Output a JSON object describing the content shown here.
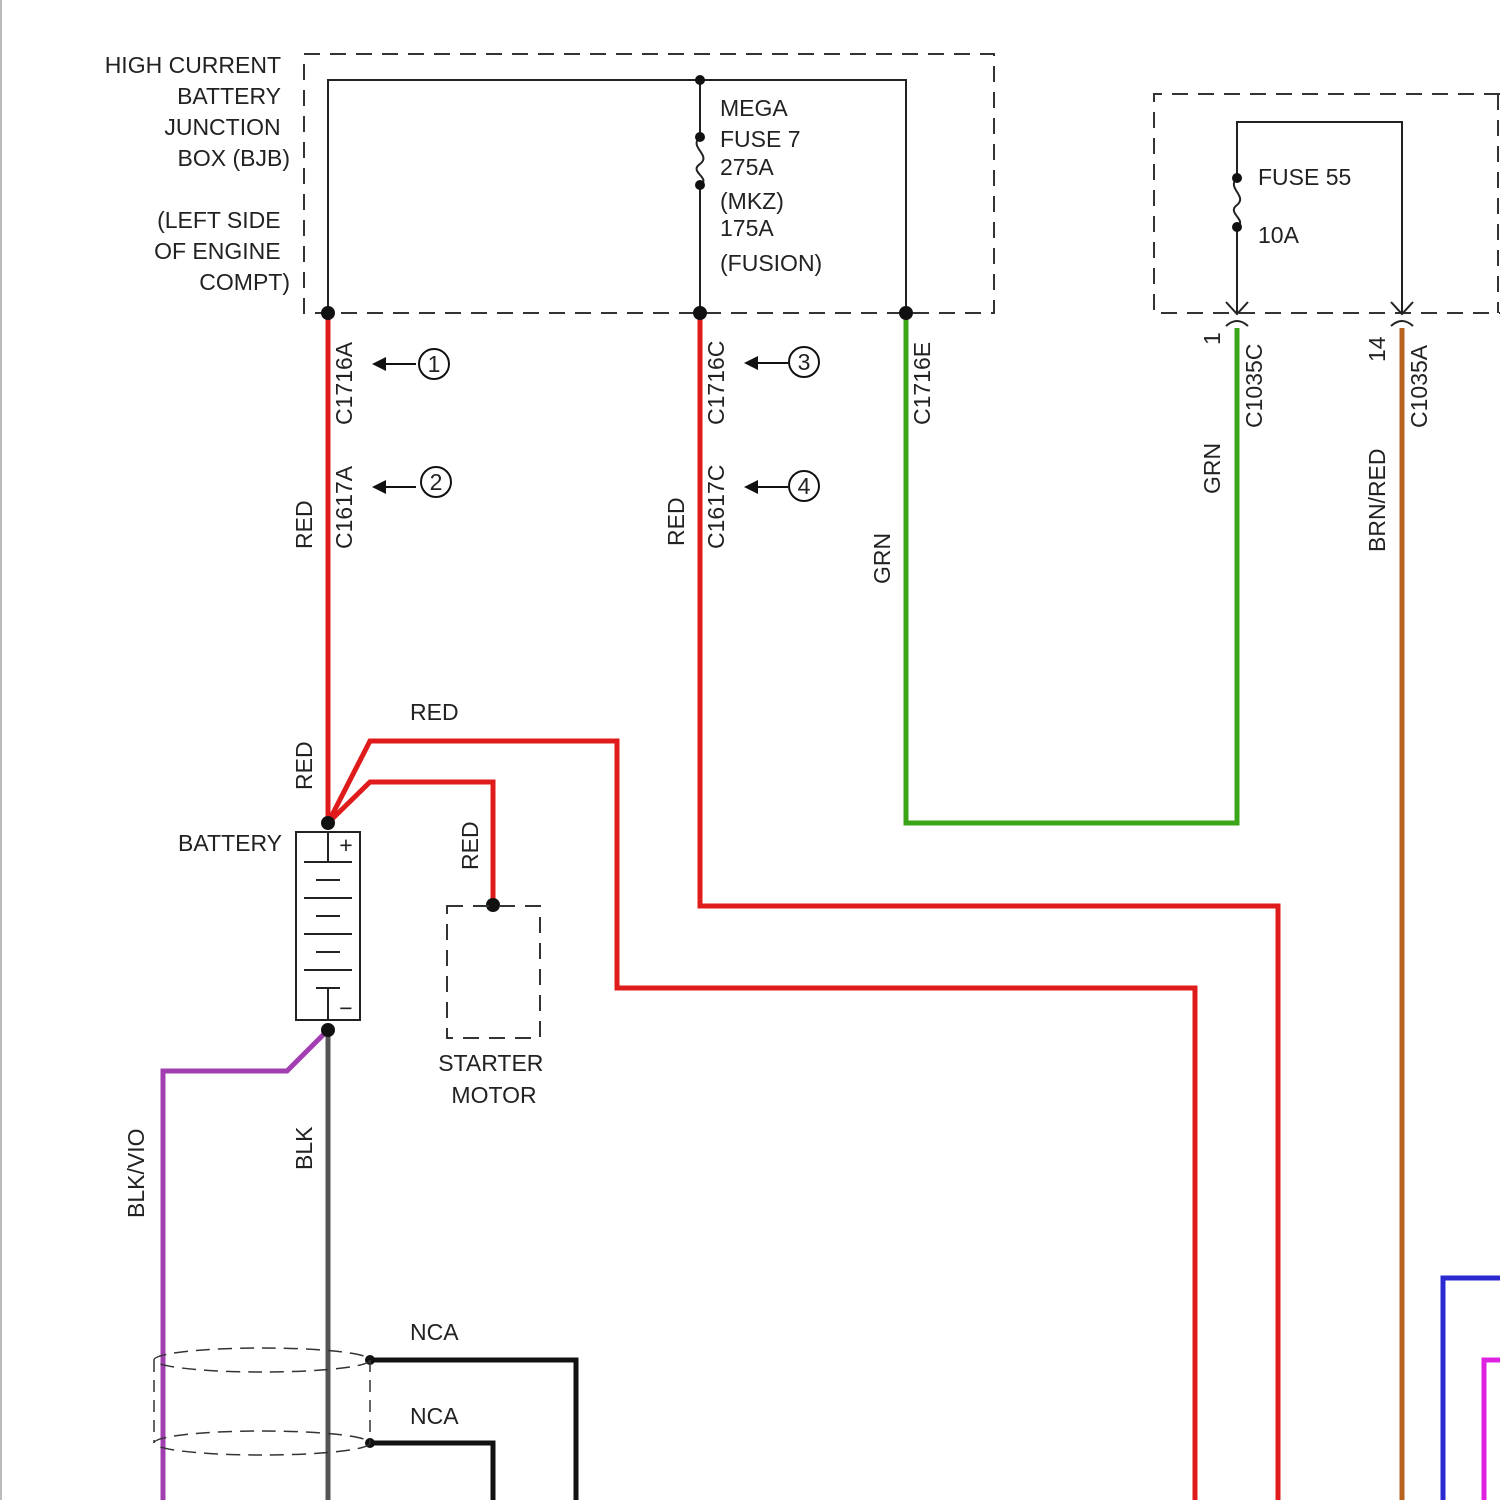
{
  "bjb": {
    "title_lines": [
      "HIGH CURRENT",
      "BATTERY",
      "JUNCTION",
      "BOX (BJB)"
    ],
    "location_lines": [
      "(LEFT SIDE",
      "OF ENGINE",
      "COMPT)"
    ],
    "mega_fuse_lines": [
      "MEGA",
      "FUSE 7",
      "275A",
      "(MKZ)",
      "175A",
      "(FUSION)"
    ]
  },
  "fuse_box_right": {
    "fuse_label": "FUSE 55",
    "fuse_rating": "10A",
    "pin_left": "1",
    "pin_right": "14"
  },
  "connectors": {
    "c1716a": "C1716A",
    "c1617a": "C1617A",
    "c1716c": "C1716C",
    "c1617c": "C1617C",
    "c1716e": "C1716E",
    "c1035c": "C1035C",
    "c1035a": "C1035A"
  },
  "callouts": [
    "1",
    "2",
    "3",
    "4"
  ],
  "wire_labels": {
    "red_left": "RED",
    "red_middle": "RED",
    "grn_middle": "GRN",
    "grn_right": "GRN",
    "brn_red": "BRN/RED",
    "red_battery_top": "RED",
    "red_branch": "RED",
    "red_starter": "RED",
    "blk": "BLK",
    "blk_vio": "BLK/VIO",
    "nca_1": "NCA",
    "nca_2": "NCA"
  },
  "components": {
    "battery": "BATTERY",
    "battery_plus": "+",
    "battery_minus": "−",
    "starter_lines": [
      "STARTER",
      "MOTOR"
    ]
  },
  "colors": {
    "red": "#e01b1b",
    "green": "#3aa617",
    "brown": "#b8621f",
    "black": "#111111",
    "gray": "#555555",
    "violet": "#a23fb0",
    "blue": "#2a2ad0",
    "magenta": "#e020e0"
  }
}
